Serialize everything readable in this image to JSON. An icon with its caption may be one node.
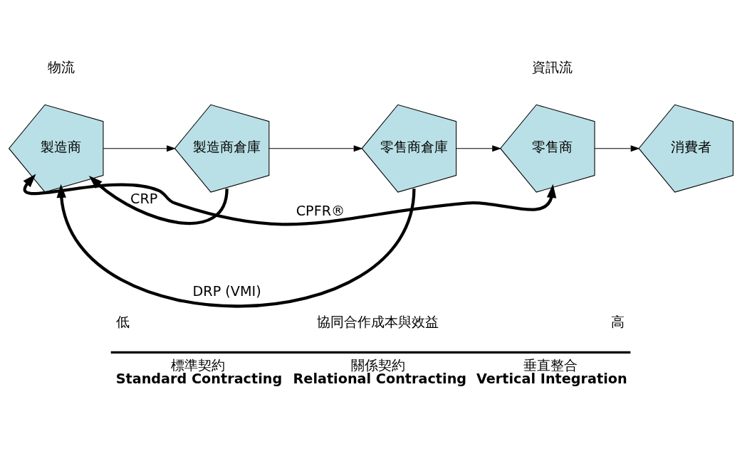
{
  "diagram": {
    "nodes": [
      {
        "text": [
          "製造商"
        ]
      },
      {
        "text": [
          "製造商倉庫"
        ]
      },
      {
        "text": [
          "零售商倉庫"
        ]
      },
      {
        "text": [
          "零售商"
        ]
      },
      {
        "text": [
          "消費者"
        ]
      }
    ],
    "edges": [
      {
        "from": 0,
        "to": 1,
        "arrow": "to"
      },
      {
        "from": 1,
        "to": 2,
        "arrow": "to"
      },
      {
        "from": 2,
        "to": 3,
        "arrow": "to"
      },
      {
        "from": 3,
        "to": 4,
        "arrow": "to"
      },
      {
        "from": 1,
        "to": 0,
        "arrow": "to",
        "label": "CRP",
        "style": "thick"
      },
      {
        "from": 2,
        "to": 0,
        "arrow": "to",
        "label": "DRP (VMI)",
        "style": "thick"
      },
      {
        "from": 0,
        "to": 3,
        "arrow": "both",
        "label": "CPFR®",
        "style": "thick"
      }
    ],
    "labels": [
      "物流",
      "資訊流",
      "低",
      "協同合作成本與效益",
      "高",
      "標準契約",
      "Standard Contracting",
      "關係契約",
      "Relational Contracting",
      "垂直整合",
      "Vertical Integration"
    ]
  }
}
